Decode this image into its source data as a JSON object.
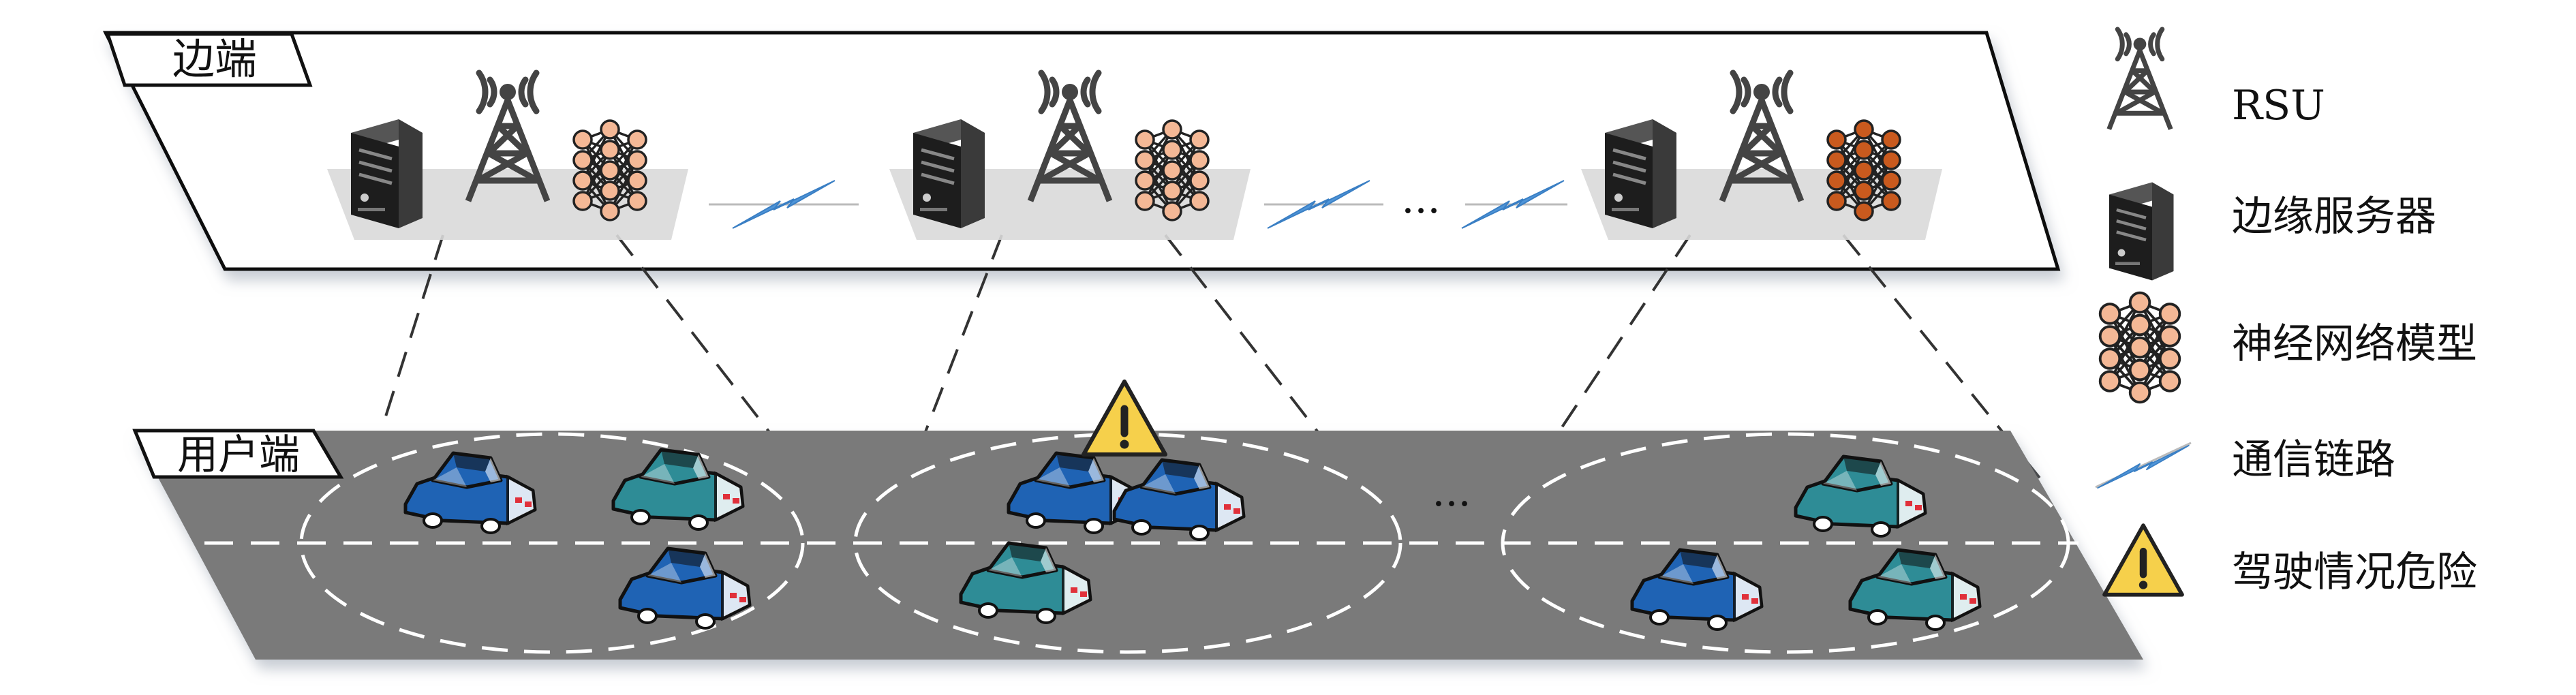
{
  "layers": {
    "edge_label": "边端",
    "user_label": "用户端"
  },
  "ellipsis": {
    "edge": "...",
    "user": "..."
  },
  "legend": {
    "rsu": "RSU",
    "server": "边缘服务器",
    "nn": "神经网络模型",
    "link": "通信链路",
    "danger": "驾驶情况危险"
  },
  "colors": {
    "road": "#7a7a7a",
    "car_blue": "#1f63b4",
    "car_teal": "#2e8c96",
    "nn_light": "#f4b896",
    "nn_dark": "#c95a1e",
    "warning": "#f6d04b",
    "link": "#4f95d8"
  }
}
